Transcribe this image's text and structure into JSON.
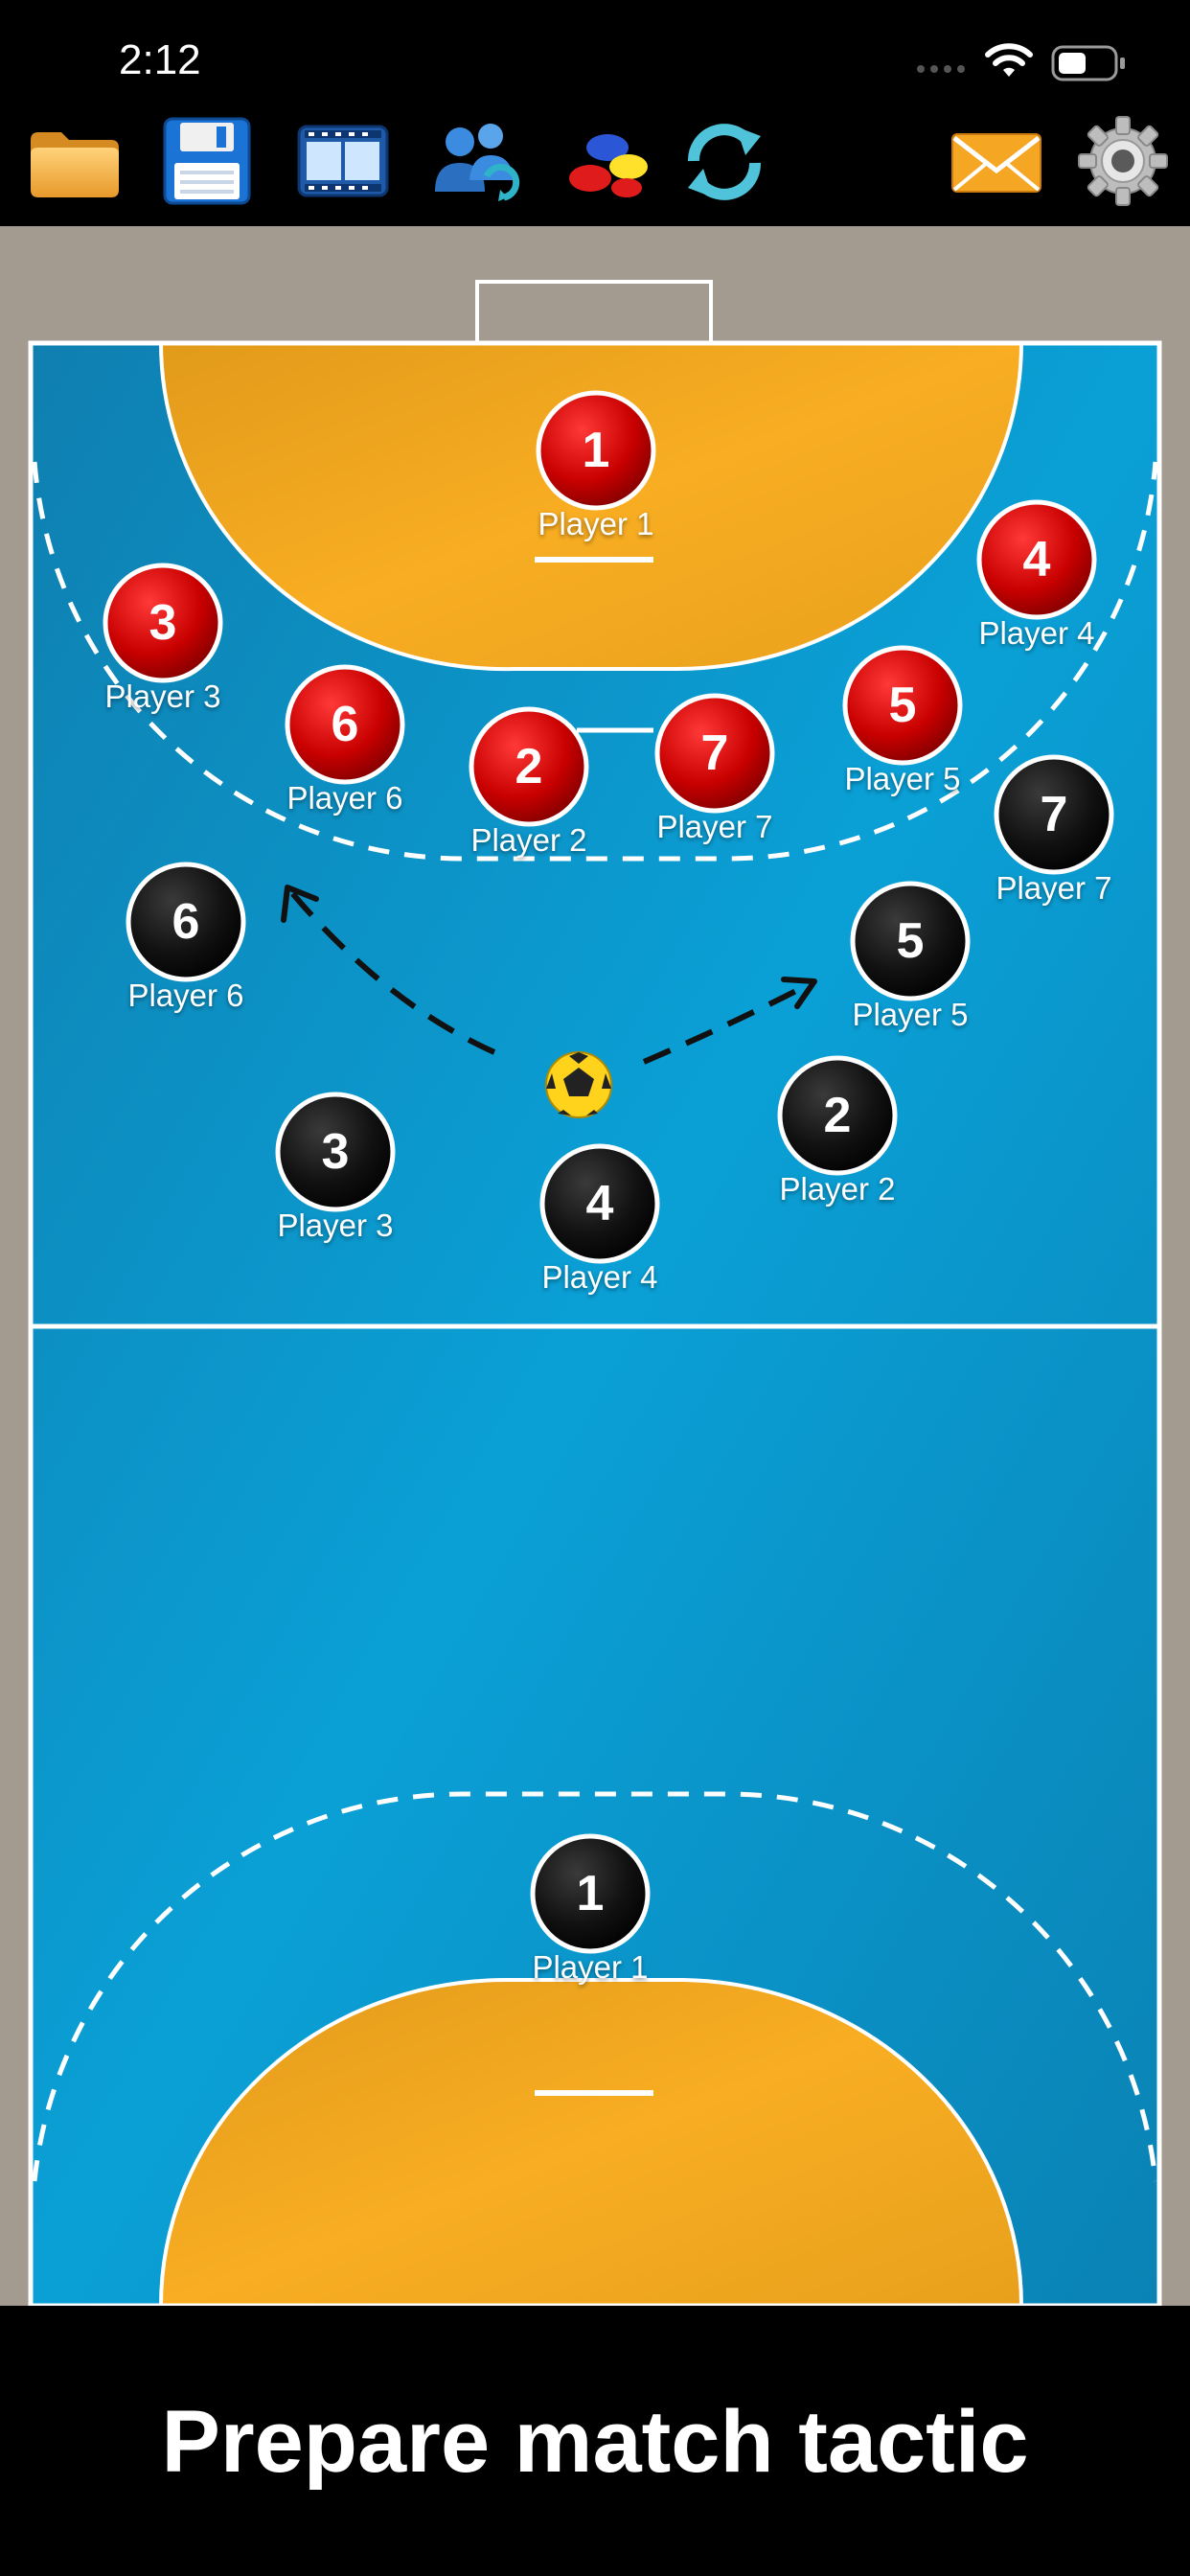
{
  "status_bar": {
    "time": "2:12"
  },
  "toolbar": {
    "buttons": [
      {
        "name": "open-folder-button",
        "icon": "folder-icon"
      },
      {
        "name": "save-button",
        "icon": "floppy-disk-icon"
      },
      {
        "name": "animation-button",
        "icon": "film-strip-icon"
      },
      {
        "name": "players-button",
        "icon": "people-icon"
      },
      {
        "name": "equipment-button",
        "icon": "cones-icon"
      },
      {
        "name": "flip-button",
        "icon": "refresh-arrows-icon"
      },
      {
        "name": "email-button",
        "icon": "envelope-icon"
      },
      {
        "name": "settings-button",
        "icon": "gear-icon"
      }
    ]
  },
  "court": {
    "colors": {
      "court": "#0b8fc4",
      "goal_area": "#f5a41b",
      "lines": "#ffffff",
      "surround": "#a39a90"
    },
    "red_team": [
      {
        "number": "1",
        "label": "Player 1"
      },
      {
        "number": "3",
        "label": "Player 3"
      },
      {
        "number": "4",
        "label": "Player 4"
      },
      {
        "number": "6",
        "label": "Player 6"
      },
      {
        "number": "2",
        "label": "Player 2"
      },
      {
        "number": "7",
        "label": "Player 7"
      },
      {
        "number": "5",
        "label": "Player 5"
      }
    ],
    "black_team": [
      {
        "number": "7",
        "label": "Player 7"
      },
      {
        "number": "6",
        "label": "Player 6"
      },
      {
        "number": "5",
        "label": "Player 5"
      },
      {
        "number": "2",
        "label": "Player 2"
      },
      {
        "number": "3",
        "label": "Player 3"
      },
      {
        "number": "4",
        "label": "Player 4"
      },
      {
        "number": "1",
        "label": "Player 1"
      }
    ],
    "ball_icon": "soccer-ball-icon"
  },
  "footer": {
    "caption": "Prepare match tactic"
  }
}
